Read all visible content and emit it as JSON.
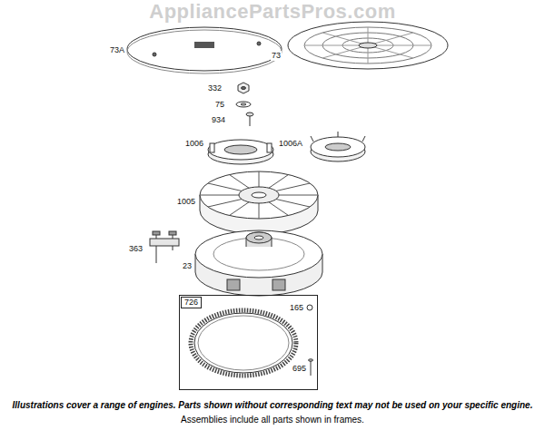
{
  "diagram": {
    "nodes": [
      {
        "text": [
          "165",
          "695"
        ]
      },
      {
        "text": [
          "726"
        ],
        "in": 0
      }
    ],
    "labels": [
      "AppliancePartsPros.com",
      "73A",
      "73",
      "332",
      "75",
      "934",
      "1006",
      "1006A",
      "1005",
      "363",
      "23",
      "Illustrations cover a range of engines. Parts shown without corresponding text may not be used on your specific engine.",
      "Assemblies include all parts shown in frames."
    ]
  }
}
